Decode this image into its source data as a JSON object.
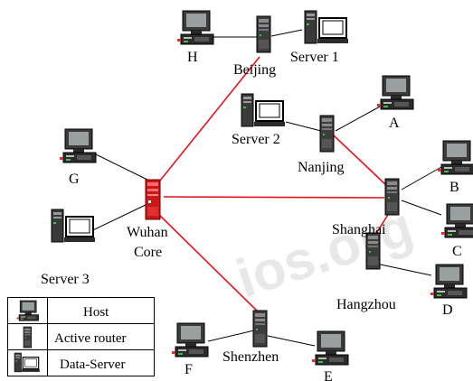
{
  "watermark": "ios.org",
  "nodes": {
    "h": "H",
    "beijing": "Beijing",
    "server1": "Server 1",
    "server2": "Server 2",
    "a": "A",
    "nanjing": "Nanjing",
    "g": "G",
    "wuhan_line1": "Wuhan",
    "wuhan_line2": "Core",
    "shanghai": "Shanghai",
    "b": "B",
    "c": "C",
    "server3": "Server 3",
    "hangzhou": "Hangzhou",
    "d": "D",
    "shenzhen": "Shenzhen",
    "f": "F",
    "e": "E"
  },
  "legend": {
    "host": "Host",
    "router": "Active router",
    "server": "Data-Server"
  },
  "colors": {
    "core_link": "#e4141c",
    "access_link": "#000000",
    "core_router": "#d21a1a"
  }
}
